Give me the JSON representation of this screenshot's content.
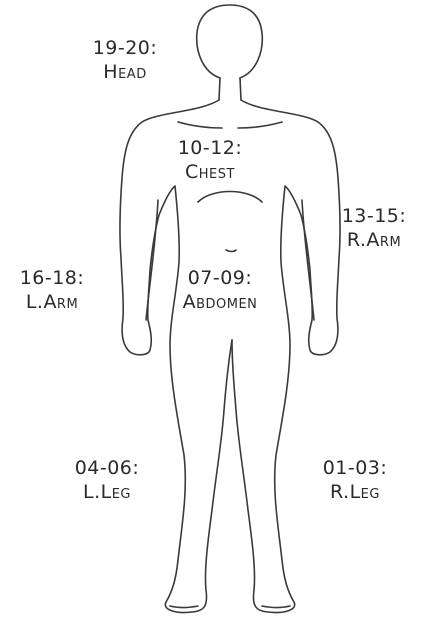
{
  "regions": {
    "head": {
      "range": "19-20:",
      "name": "Head"
    },
    "chest": {
      "range": "10-12:",
      "name": "Chest"
    },
    "r_arm": {
      "range": "13-15:",
      "name": "R.Arm"
    },
    "l_arm": {
      "range": "16-18:",
      "name": "L.Arm"
    },
    "abdomen": {
      "range": "07-09:",
      "name": "Abdomen"
    },
    "l_leg": {
      "range": "04-06:",
      "name": "L.Leg"
    },
    "r_leg": {
      "range": "01-03:",
      "name": "R.Leg"
    }
  },
  "colors": {
    "outline": "#3a3a3a",
    "text": "#2a2a2a",
    "background": "#ffffff"
  }
}
